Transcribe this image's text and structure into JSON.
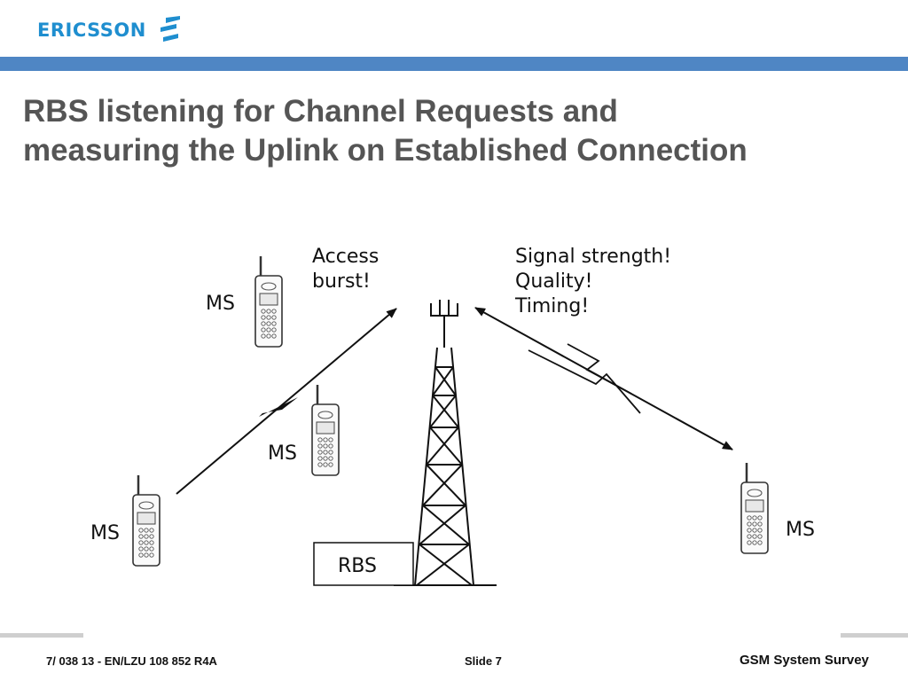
{
  "brand": {
    "name": "ERICSSON",
    "color": "#1f8ecf",
    "icon": "ericsson-logo-icon"
  },
  "slide": {
    "title_lines": [
      "RBS listening for Channel Requests and",
      "measuring the Uplink on Established Connection"
    ]
  },
  "diagram": {
    "labels": {
      "access_burst": [
        "Access",
        "burst!"
      ],
      "measurements": [
        "Signal strength!",
        "Quality!",
        "Timing!"
      ],
      "ms_label": "MS",
      "rbs_label": "RBS"
    },
    "icons": [
      "mobile-phone-icon",
      "antenna-tower-icon",
      "lightning-bolt-icon"
    ]
  },
  "footer": {
    "doc_ref": "7/ 038 13 - EN/LZU 108 852  R4A",
    "slide_number": "Slide 7",
    "presentation_title": "GSM System Survey"
  },
  "colors": {
    "accent_bar": "#4f86c4",
    "title": "#555555",
    "footer_line": "#cfcfcf"
  }
}
